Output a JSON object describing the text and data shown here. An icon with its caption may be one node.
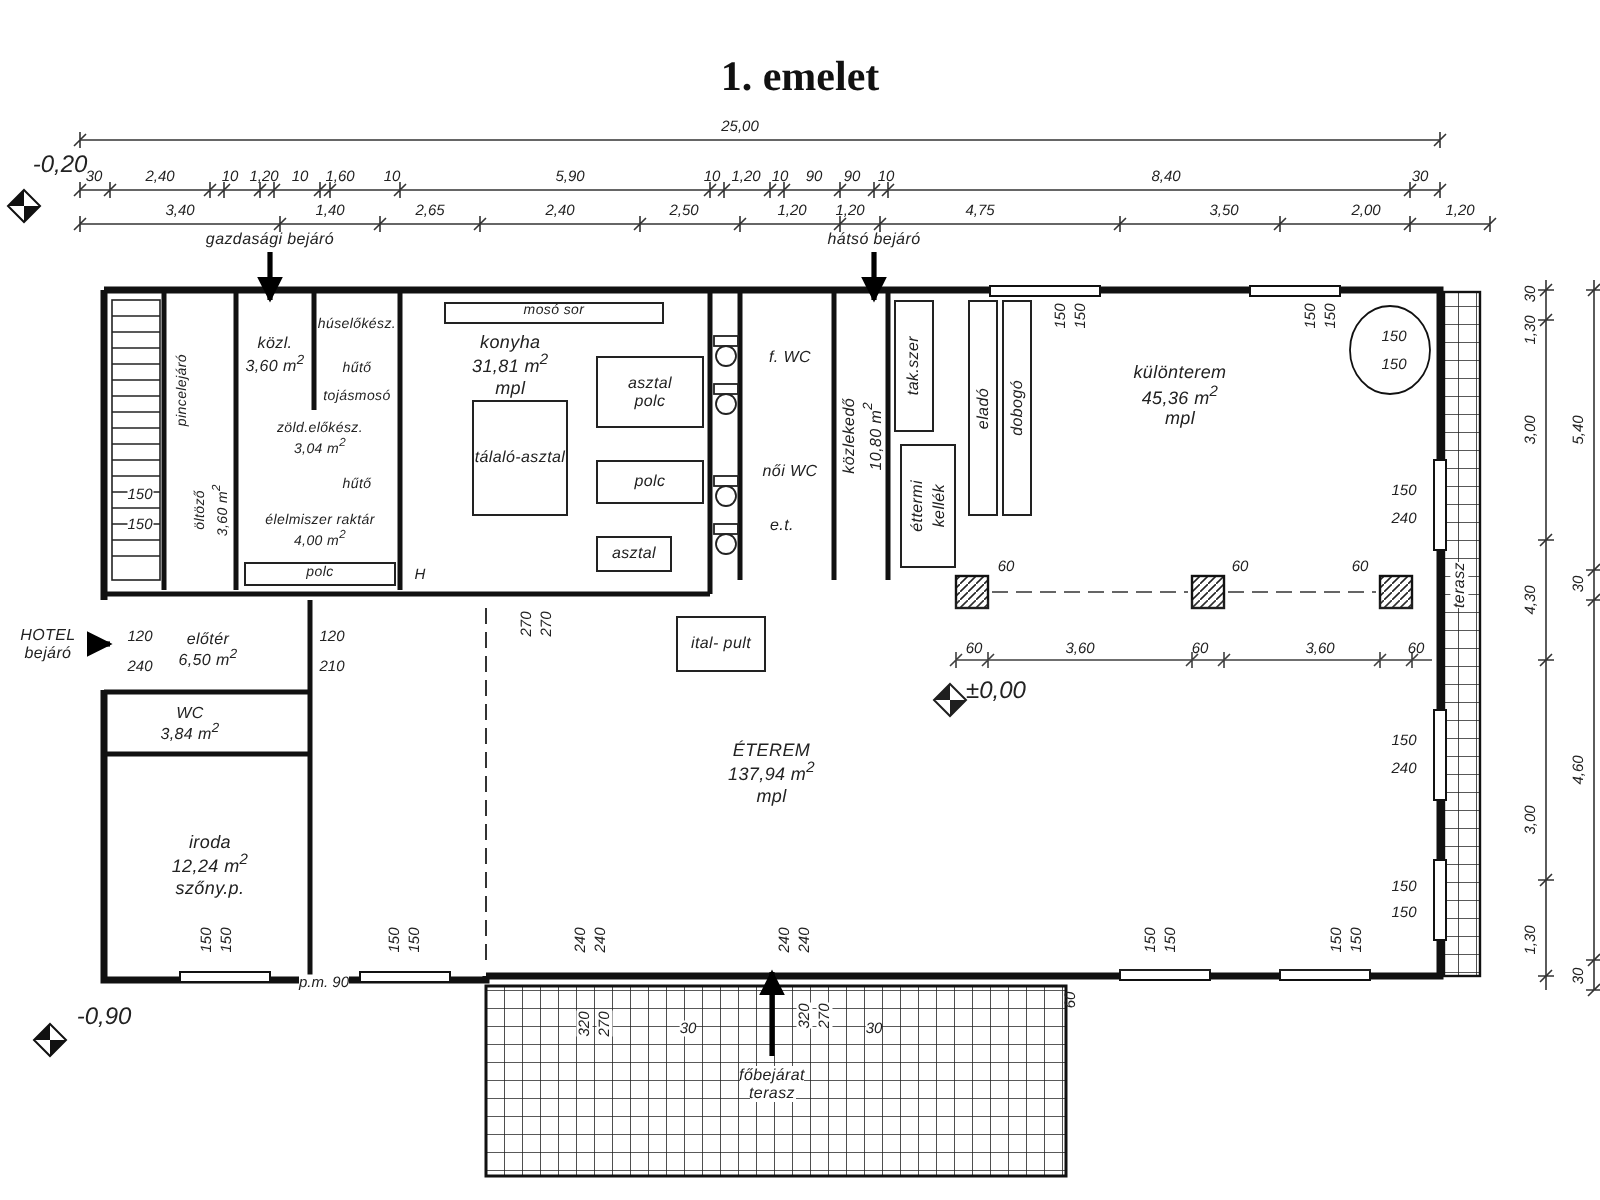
{
  "diagram": {
    "title": "1. emelet",
    "nodes": [
      {
        "text": [
          "gazdasági bejáró"
        ]
      },
      {
        "text": [
          "hátsó bejáró"
        ]
      },
      {
        "text": [
          "pincelejáró"
        ]
      },
      {
        "text": [
          "közl.",
          "3,60 m$^{2}$"
        ]
      },
      {
        "text": [
          "húselőkész."
        ]
      },
      {
        "text": [
          "hűtő"
        ]
      },
      {
        "text": [
          "tojásmosó"
        ]
      },
      {
        "text": [
          "zöld.előkész.",
          "3,04 m$^{2}$"
        ]
      },
      {
        "text": [
          "hűtő"
        ]
      },
      {
        "text": [
          "öltöző",
          "3,60 m$^{2}$"
        ]
      },
      {
        "text": [
          "élelmiszer raktár",
          "4,00 m$^{2}$"
        ]
      },
      {
        "text": [
          "polc"
        ]
      },
      {
        "text": [
          "konyha",
          "31,81 m$^{2}$",
          "mpl"
        ]
      },
      {
        "text": [
          "mosó sor"
        ],
        "in": 12
      },
      {
        "text": [
          "tálaló-asztal"
        ],
        "in": 12
      },
      {
        "text": [
          "asztal",
          "polc"
        ],
        "in": 12
      },
      {
        "text": [
          "polc"
        ],
        "in": 12
      },
      {
        "text": [
          "asztal"
        ],
        "in": 12
      },
      {
        "text": [
          "f. WC"
        ]
      },
      {
        "text": [
          "női WC"
        ]
      },
      {
        "text": [
          "e.t."
        ]
      },
      {
        "text": [
          "közlekedő",
          "10,80 m$^{2}$"
        ]
      },
      {
        "text": [
          "tak.szer"
        ]
      },
      {
        "text": [
          "éttermi",
          "kellék"
        ]
      },
      {
        "text": [
          "eladó"
        ]
      },
      {
        "text": [
          "dobogó"
        ]
      },
      {
        "text": [
          "különterem",
          "45,36 m$^{2}$",
          "mpl"
        ]
      },
      {
        "text": [
          "HOTEL",
          "bejáró"
        ]
      },
      {
        "text": [
          "előtér",
          "6,50 m$^{2}$"
        ]
      },
      {
        "text": [
          "WC",
          "3,84 m$^{2}$"
        ]
      },
      {
        "text": [
          "terasz"
        ]
      },
      {
        "text": [
          "ÉTEREM",
          "137,94 m$^{2}$",
          "mpl"
        ]
      },
      {
        "text": [
          "ital- pult"
        ],
        "in": 31
      },
      {
        "text": [
          "iroda",
          "12,24 m$^{2}$",
          "szőny.p."
        ]
      },
      {
        "text": [
          "főbejárat",
          "terasz"
        ]
      }
    ],
    "edges": [
      {
        "from": 0,
        "to": 3,
        "arrow": "to"
      },
      {
        "from": 1,
        "to": 21,
        "arrow": "to"
      },
      {
        "from": 27,
        "to": 28,
        "arrow": "to"
      },
      {
        "from": 34,
        "to": 31,
        "arrow": "to"
      }
    ],
    "labels": [
      "-0,20",
      "25,00",
      "30",
      "2,40",
      "10",
      "1,20",
      "10",
      "1,60",
      "10",
      "5,90",
      "10",
      "1,20",
      "10",
      "90",
      "90",
      "10",
      "8,40",
      "30",
      "3,40",
      "1,40",
      "2,65",
      "2,40",
      "2,50",
      "1,20",
      "1,20",
      "4,75",
      "3,50",
      "2,00",
      "1,20",
      "30",
      "1,30",
      "3,00",
      "5,40",
      "4,30",
      "30",
      "4,60",
      "3,00",
      "1,30",
      "30",
      "150",
      "150",
      "150",
      "150",
      "150",
      "150",
      "150",
      "240",
      "150",
      "150",
      "H",
      "270",
      "270",
      "60",
      "60",
      "60",
      "120",
      "240",
      "120",
      "210",
      "60",
      "3,60",
      "60",
      "3,60",
      "60",
      "±0,00",
      "150",
      "240",
      "150",
      "150",
      "150",
      "150",
      "150",
      "150",
      "240",
      "240",
      "240",
      "240",
      "150",
      "150",
      "150",
      "150",
      "p.m. 90",
      "60",
      "-0,90",
      "320",
      "270",
      "30",
      "320",
      "270",
      "30"
    ]
  }
}
